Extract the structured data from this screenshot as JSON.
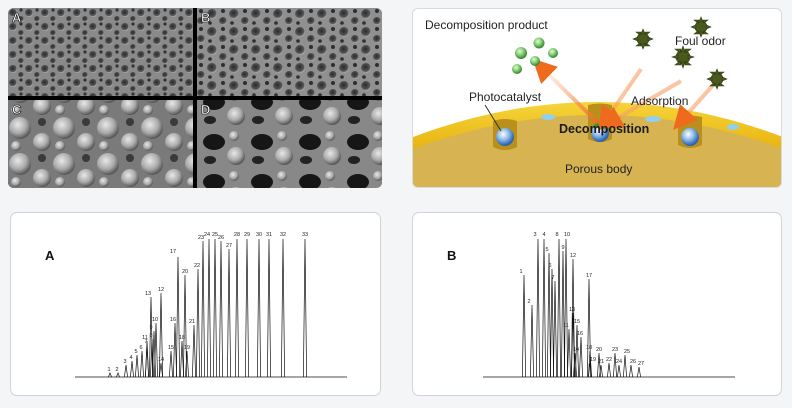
{
  "sem_panel": {
    "labels": [
      "A",
      "B",
      "C",
      "D"
    ]
  },
  "diagram": {
    "decomposition_product": "Decomposition product",
    "foul_odor": "Foul odor",
    "photocatalyst": "Photocatalyst",
    "adsorption": "Adsorption",
    "decomposition": "Decomposition",
    "porous_body": "Porous body",
    "colors": {
      "body": "#f2c21a",
      "arrow": "#ee6a1c",
      "sphere": "#7ac96b",
      "odor": "#4a5a1e"
    }
  },
  "chromatogram_a": {
    "panel_label": "A",
    "peak_labels": [
      "1",
      "2",
      "3",
      "4",
      "5",
      "6",
      "7",
      "8",
      "9",
      "10",
      "11",
      "12",
      "13",
      "14",
      "15",
      "16",
      "17",
      "18",
      "19",
      "20",
      "21",
      "22",
      "23",
      "24",
      "25",
      "26",
      "27",
      "28",
      "29",
      "30",
      "31",
      "32",
      "33"
    ]
  },
  "chromatogram_b": {
    "panel_label": "B",
    "peak_labels": [
      "1",
      "2",
      "3",
      "4",
      "5",
      "6",
      "7",
      "8",
      "9",
      "10",
      "11",
      "12",
      "13",
      "14",
      "15",
      "16",
      "17",
      "18",
      "19",
      "20",
      "21",
      "22",
      "23",
      "24",
      "25",
      "26",
      "27"
    ]
  }
}
